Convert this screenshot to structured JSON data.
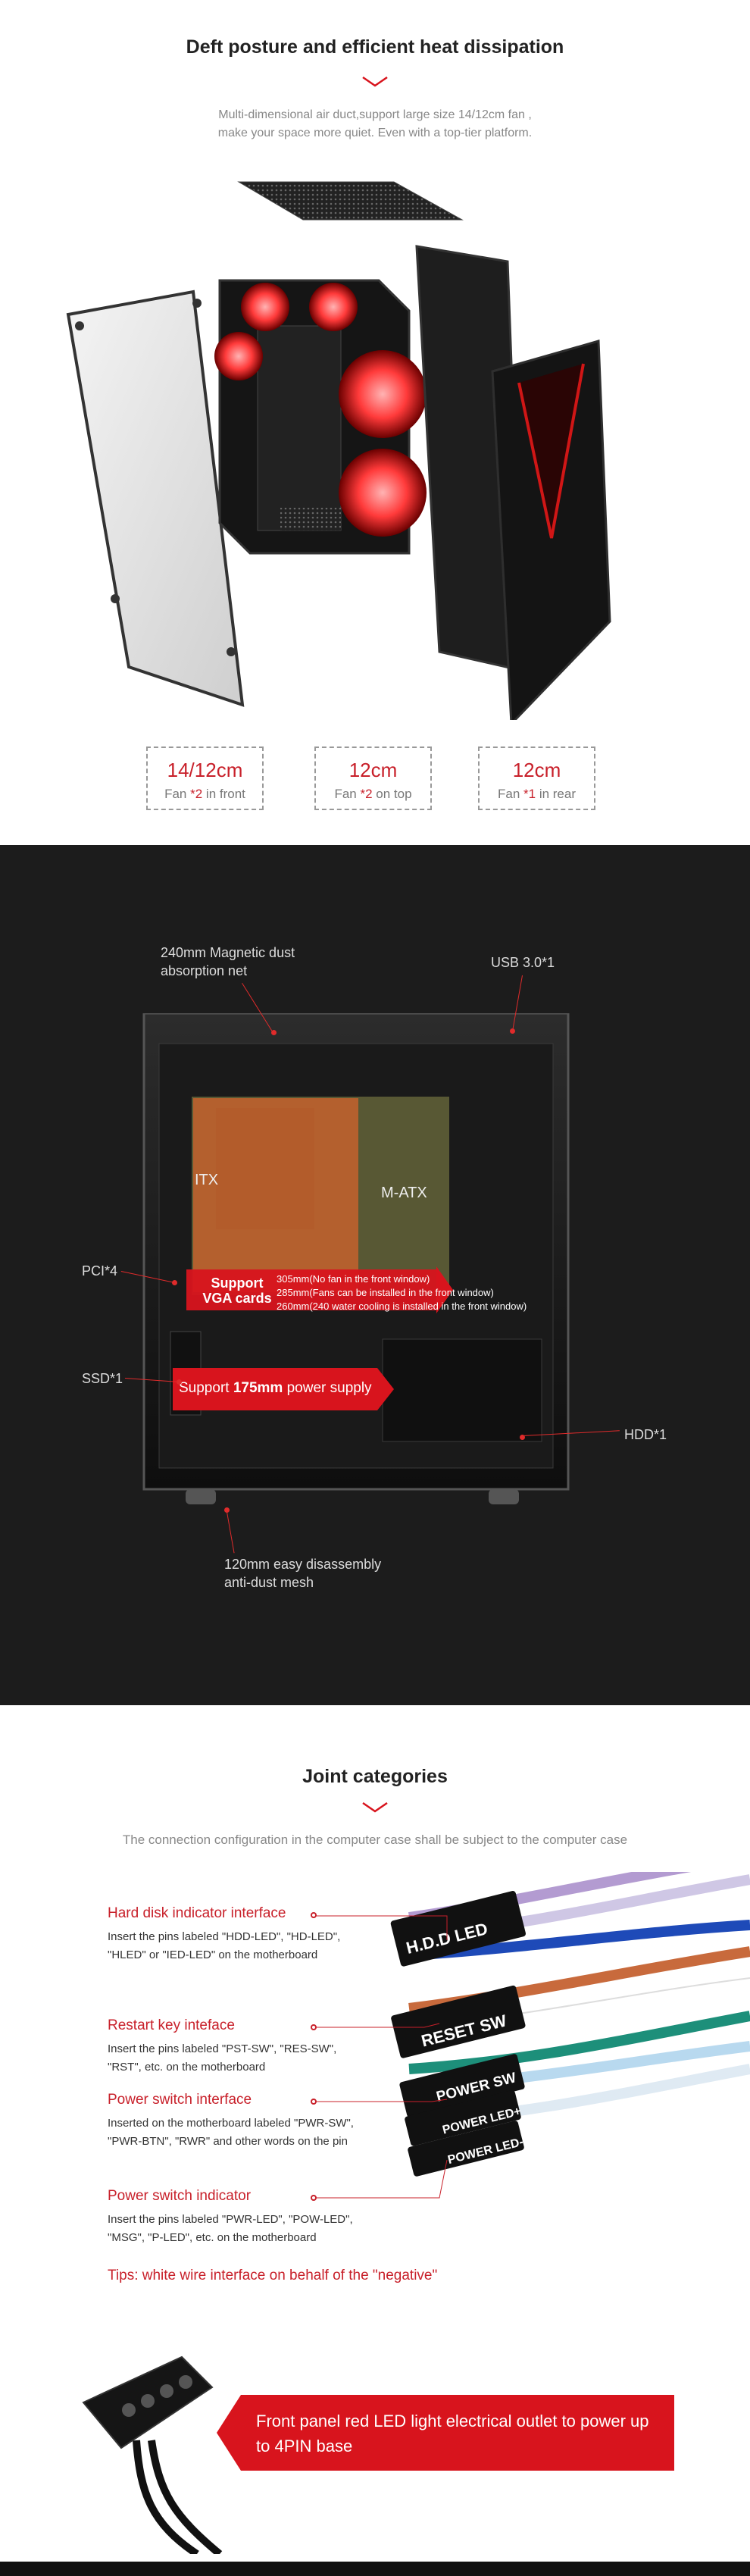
{
  "heat_section": {
    "title": "Deft posture and efficient heat dissipation",
    "subtitle_line1": "Multi-dimensional air duct,support large size 14/12cm fan ,",
    "subtitle_line2": "make your space more quiet. Even with a top-tier platform.",
    "fans": [
      {
        "size": "14/12cm",
        "prefix": "Fan ",
        "count": "*2",
        "suffix": " in front"
      },
      {
        "size": "12cm",
        "prefix": "Fan ",
        "count": "*2",
        "suffix": " on top"
      },
      {
        "size": "12cm",
        "prefix": "Fan ",
        "count": "*1",
        "suffix": " in rear"
      }
    ]
  },
  "interior_section": {
    "labels": {
      "dust_net_line1": "240mm Magnetic dust",
      "dust_net_line2": "absorption net",
      "usb": "USB 3.0*1",
      "pci": "PCI*4",
      "ssd": "SSD*1",
      "hdd": "HDD*1",
      "mesh_line1": "120mm easy disassembly",
      "mesh_line2": "anti-dust mesh"
    },
    "itx": "ITX",
    "matx": "M-ATX",
    "vga_title_line1": "Support",
    "vga_title_line2": "VGA cards",
    "vga_notes": [
      "305mm(No fan in the front window)",
      "285mm(Fans can be installed in the front window)",
      "260mm(240 water cooling is installed in the front window)"
    ],
    "psu_prefix": "Support ",
    "psu_size": "175mm",
    "psu_suffix": " power supply"
  },
  "joint_section": {
    "title": "Joint categories",
    "subtitle": "The connection configuration in the computer case shall be subject to the computer case",
    "items": [
      {
        "title": "Hard disk indicator interface",
        "desc_line1": "Insert the pins labeled \"HDD-LED\", \"HD-LED\",",
        "desc_line2": "\"HLED\" or \"IED-LED\" on the motherboard"
      },
      {
        "title": "Restart key inteface",
        "desc_line1": "Insert the pins labeled \"PST-SW\", \"RES-SW\",",
        "desc_line2": "\"RST\", etc. on the motherboard"
      },
      {
        "title": "Power switch interface",
        "desc_line1": "Inserted on the motherboard labeled \"PWR-SW\",",
        "desc_line2": "\"PWR-BTN\", \"RWR\" and other words on the pin"
      },
      {
        "title": "Power switch indicator",
        "desc_line1": "Insert the pins labeled \"PWR-LED\", \"POW-LED\",",
        "desc_line2": "\"MSG\", \"P-LED\", etc. on the motherboard"
      }
    ],
    "connectors": [
      "H.D.D LED",
      "RESET SW",
      "POWER SW",
      "POWER LED+",
      "POWER LED-"
    ],
    "tips": "Tips: white wire interface on behalf of the \"negative\"",
    "banner_line1": "Front panel red LED light electrical outlet to power up",
    "banner_line2": "to 4PIN base"
  },
  "colors": {
    "accent": "#c8202a",
    "dark_bg": "#1c1c1c"
  }
}
